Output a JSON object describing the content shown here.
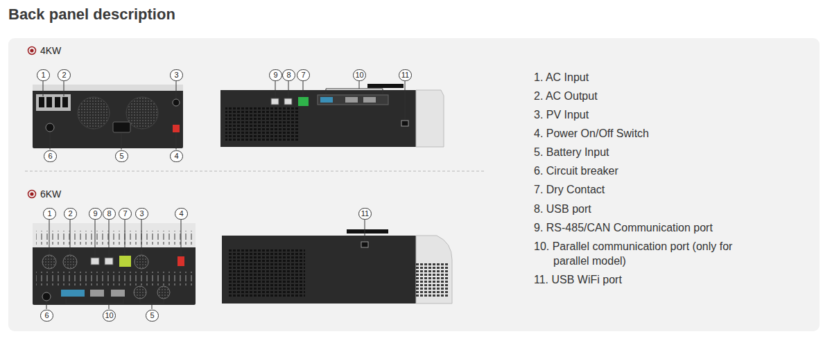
{
  "diagram": {
    "title": "Back panel description",
    "labels": [
      "4KW",
      "1",
      "2",
      "3",
      "6",
      "5",
      "4",
      "9",
      "8",
      "7",
      "10",
      "11",
      "6KW",
      "1",
      "2",
      "9",
      "8",
      "7",
      "3",
      "4",
      "6",
      "10",
      "5",
      "11",
      "1. AC Input",
      "2. AC Output",
      "3. PV Input",
      "4. Power On/Off Switch",
      "5. Battery Input",
      "6. Circuit breaker",
      "7. Dry Contact",
      "8. USB port",
      "9. RS-485/CAN Communication port",
      "10. Parallel communication port (only for parallel model)",
      "11. USB WiFi port"
    ]
  }
}
